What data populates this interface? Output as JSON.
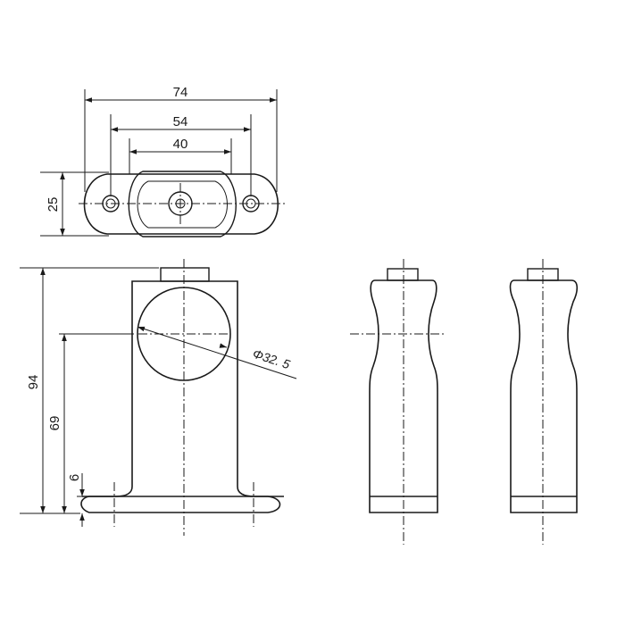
{
  "dimensions": {
    "top_view_overall_width": "74",
    "top_view_hole_spacing": "54",
    "top_view_inner_width": "40",
    "top_view_depth": "25",
    "front_view_height": "94",
    "front_view_bore_center_height": "69",
    "front_view_base_thickness": "6",
    "bore_diameter": "Φ32. 5"
  },
  "colors": {
    "line": "#1a1a1a",
    "background": "#ffffff"
  }
}
